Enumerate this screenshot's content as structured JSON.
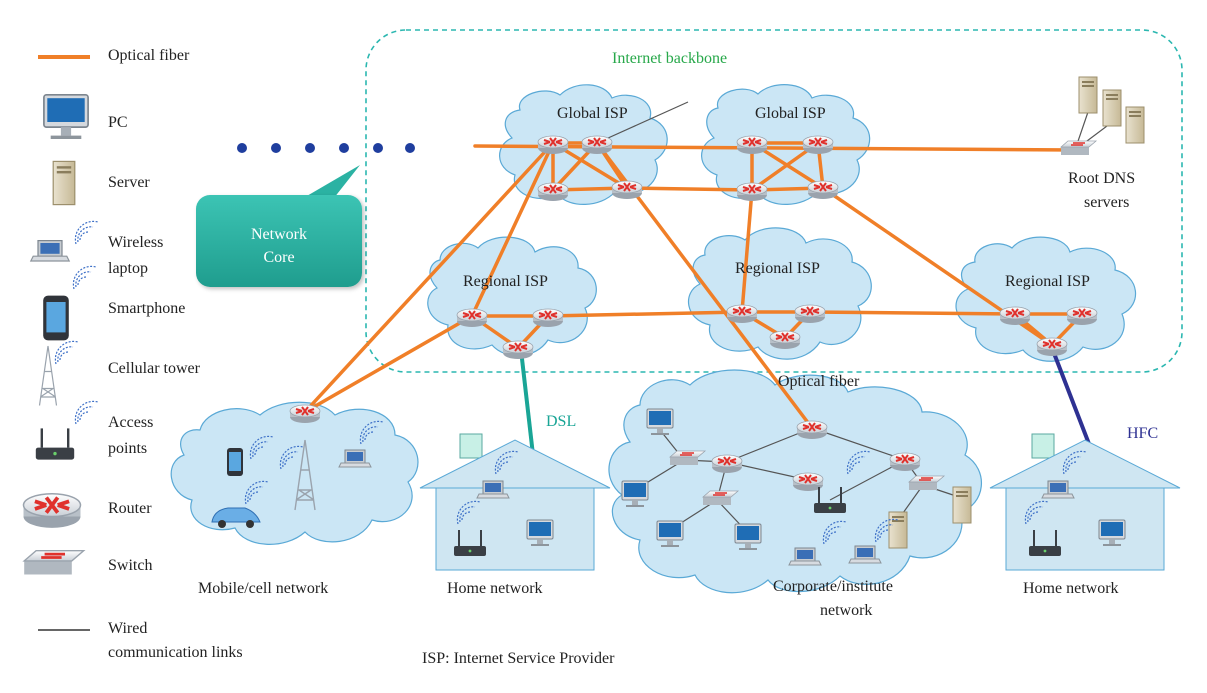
{
  "legend": {
    "optical_fiber": "Optical fiber",
    "pc": "PC",
    "server": "Server",
    "wireless_laptop_1": "Wireless",
    "wireless_laptop_2": "laptop",
    "smartphone": "Smartphone",
    "cellular_tower": "Cellular tower",
    "access_points_1": "Access",
    "access_points_2": "points",
    "router": "Router",
    "switch": "Switch",
    "wired_1": "Wired",
    "wired_2": "communication links"
  },
  "backbone": {
    "title": "Internet backbone",
    "global_isp_left": "Global ISP",
    "global_isp_right": "Global ISP",
    "root_dns_1": "Root DNS",
    "root_dns_2": "servers"
  },
  "network_core": {
    "line1": "Network",
    "line2": "Core"
  },
  "regional": {
    "left": "Regional ISP",
    "center": "Regional ISP",
    "right": "Regional ISP"
  },
  "links": {
    "dsl": "DSL",
    "hfc": "HFC",
    "optical_fiber": "Optical fiber"
  },
  "networks": {
    "mobile": "Mobile/cell network",
    "home_left": "Home network",
    "corporate_1": "Corporate/institute",
    "corporate_2": "network",
    "home_right": "Home network"
  },
  "footnote": "ISP: Internet Service Provider",
  "colors": {
    "fiber": "#f07f28",
    "cloud_fill": "#cbe6f5",
    "cloud_stroke": "#5aa9d6",
    "backbone_border": "#2bb7b0",
    "backbone_title": "#27a84a",
    "dsl": "#1aa596",
    "hfc": "#2e3192",
    "core_bubble": "#22a797",
    "dots": "#1f3e9e"
  },
  "icons": [
    "pc-icon",
    "server-icon",
    "laptop-icon",
    "smartphone-icon",
    "cellular-tower-icon",
    "access-point-icon",
    "router-icon",
    "switch-icon",
    "house-icon"
  ]
}
